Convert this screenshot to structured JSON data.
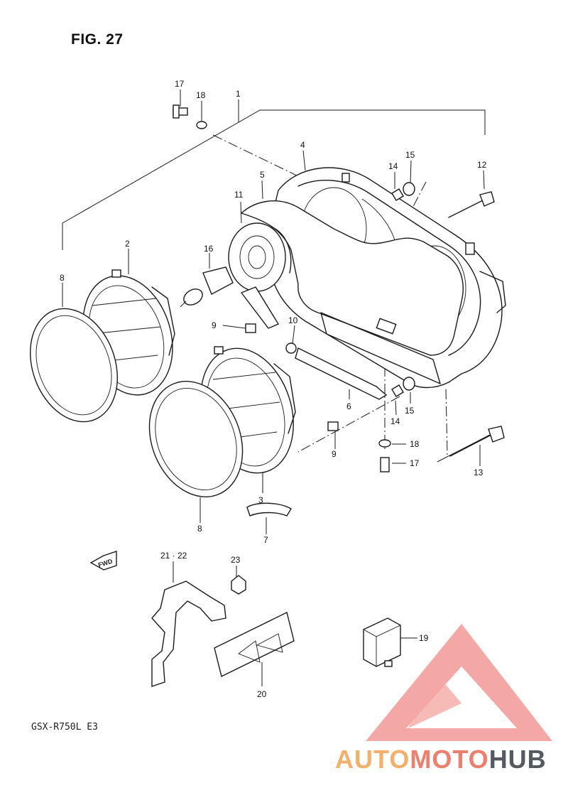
{
  "title": "FIG. 27",
  "model": "GSX-R750L  E3",
  "fwd_label": "FWD",
  "watermark": {
    "part1": "AUTO",
    "part2": "MOTO",
    "part3": "HUB"
  },
  "colors": {
    "watermark_red": "#f39a96",
    "watermark_orange": "#f3b06a",
    "watermark_gray": "#555a61",
    "line": "#1a1a1a"
  },
  "parts": [
    {
      "id": "1",
      "label": "1"
    },
    {
      "id": "2",
      "label": "2"
    },
    {
      "id": "3",
      "label": "3"
    },
    {
      "id": "4",
      "label": "4"
    },
    {
      "id": "5",
      "label": "5"
    },
    {
      "id": "6",
      "label": "6"
    },
    {
      "id": "7",
      "label": "7"
    },
    {
      "id": "8a",
      "label": "8"
    },
    {
      "id": "8b",
      "label": "8"
    },
    {
      "id": "9a",
      "label": "9"
    },
    {
      "id": "9b",
      "label": "9"
    },
    {
      "id": "10",
      "label": "10"
    },
    {
      "id": "11",
      "label": "11"
    },
    {
      "id": "12",
      "label": "12"
    },
    {
      "id": "13",
      "label": "13"
    },
    {
      "id": "14a",
      "label": "14"
    },
    {
      "id": "14b",
      "label": "14"
    },
    {
      "id": "15a",
      "label": "15"
    },
    {
      "id": "15b",
      "label": "15"
    },
    {
      "id": "16",
      "label": "16"
    },
    {
      "id": "17a",
      "label": "17"
    },
    {
      "id": "17b",
      "label": "17"
    },
    {
      "id": "18a",
      "label": "18"
    },
    {
      "id": "18b",
      "label": "18"
    },
    {
      "id": "19",
      "label": "19"
    },
    {
      "id": "20",
      "label": "20"
    },
    {
      "id": "21-22",
      "label": "21 · 22"
    },
    {
      "id": "23",
      "label": "23"
    }
  ]
}
